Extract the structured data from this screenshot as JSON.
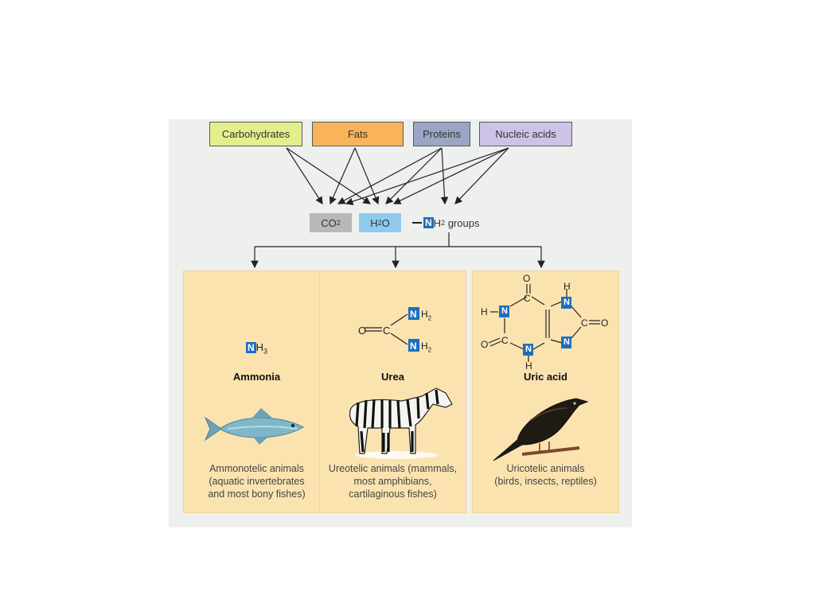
{
  "sources": [
    {
      "label": "Carbohydrates",
      "color": "#e6ee8c"
    },
    {
      "label": "Fats",
      "color": "#f9b35a"
    },
    {
      "label": "Proteins",
      "color": "#9aa6c5"
    },
    {
      "label": "Nucleic acids",
      "color": "#cdc3e6"
    }
  ],
  "products": {
    "co2": {
      "main": "CO",
      "sub": "2",
      "color": "#b8b8b8"
    },
    "h2o": {
      "main": "H",
      "sub": "2",
      "rest": "O",
      "color": "#8ecbee"
    },
    "nh2": {
      "n": "N",
      "h": "H",
      "sub": "2",
      "rest": " groups"
    }
  },
  "panels": [
    {
      "name": "Ammonia",
      "formula_n": "N",
      "formula_h": "H",
      "formula_sub": "3",
      "description": "Ammonotelic animals\n(aquatic invertebrates\nand most bony fishes)"
    },
    {
      "name": "Urea",
      "description": "Ureotelic animals (mammals,\nmost amphibians,\ncartilaginous fishes)"
    },
    {
      "name": "Uric acid",
      "description": "Uricotelic animals\n(birds, insects, reptiles)"
    }
  ],
  "urea_structure": {
    "o": "O",
    "c": "C",
    "n": "N",
    "nh2_h": "H",
    "nh2_sub": "2"
  },
  "uric_structure": {
    "o": "O",
    "c": "C",
    "n": "N",
    "h": "H"
  },
  "colors": {
    "n_box": "#1d6fbd",
    "panel": "#fbe3b0"
  }
}
